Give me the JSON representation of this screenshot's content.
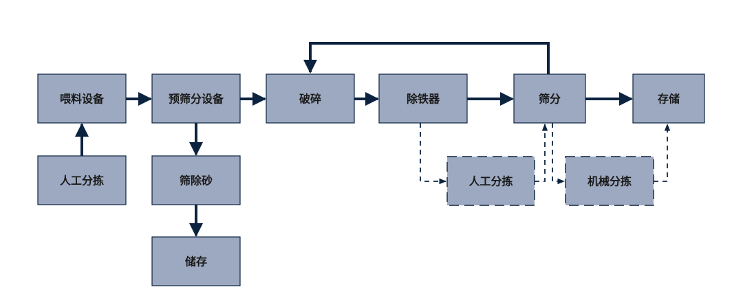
{
  "colors": {
    "box_fill": "#9da9c0",
    "line": "#0c2340",
    "text": "#1a1a1a",
    "background": "#ffffff"
  },
  "nodes": [
    {
      "id": "feed-equipment",
      "label": "喂料设备",
      "style": "solid"
    },
    {
      "id": "pre-screen-equipment",
      "label": "预筛分设备",
      "style": "solid"
    },
    {
      "id": "crushing",
      "label": "破碎",
      "style": "solid"
    },
    {
      "id": "iron-remover",
      "label": "除铁器",
      "style": "solid"
    },
    {
      "id": "screening",
      "label": "筛分",
      "style": "solid"
    },
    {
      "id": "storage-main",
      "label": "存储",
      "style": "solid"
    },
    {
      "id": "manual-sorting-left",
      "label": "人工分拣",
      "style": "solid"
    },
    {
      "id": "sand-removal",
      "label": "筛除砂",
      "style": "solid"
    },
    {
      "id": "storage-sand",
      "label": "储存",
      "style": "solid"
    },
    {
      "id": "manual-sorting-right",
      "label": "人工分拣",
      "style": "dashed"
    },
    {
      "id": "mechanical-sorting",
      "label": "机械分拣",
      "style": "dashed"
    }
  ],
  "edges": [
    {
      "from": "feed-equipment",
      "to": "pre-screen-equipment",
      "style": "solid"
    },
    {
      "from": "pre-screen-equipment",
      "to": "crushing",
      "style": "solid"
    },
    {
      "from": "crushing",
      "to": "iron-remover",
      "style": "solid"
    },
    {
      "from": "iron-remover",
      "to": "screening",
      "style": "solid"
    },
    {
      "from": "screening",
      "to": "storage-main",
      "style": "solid"
    },
    {
      "from": "screening",
      "to": "crushing",
      "style": "solid"
    },
    {
      "from": "manual-sorting-left",
      "to": "feed-equipment",
      "style": "solid"
    },
    {
      "from": "pre-screen-equipment",
      "to": "sand-removal",
      "style": "solid"
    },
    {
      "from": "sand-removal",
      "to": "storage-sand",
      "style": "solid"
    },
    {
      "from": "iron-remover",
      "to": "manual-sorting-right",
      "style": "dashed"
    },
    {
      "from": "manual-sorting-right",
      "to": "screening",
      "style": "dashed"
    },
    {
      "from": "screening",
      "to": "mechanical-sorting",
      "style": "dashed"
    },
    {
      "from": "mechanical-sorting",
      "to": "storage-main",
      "style": "dashed"
    }
  ]
}
